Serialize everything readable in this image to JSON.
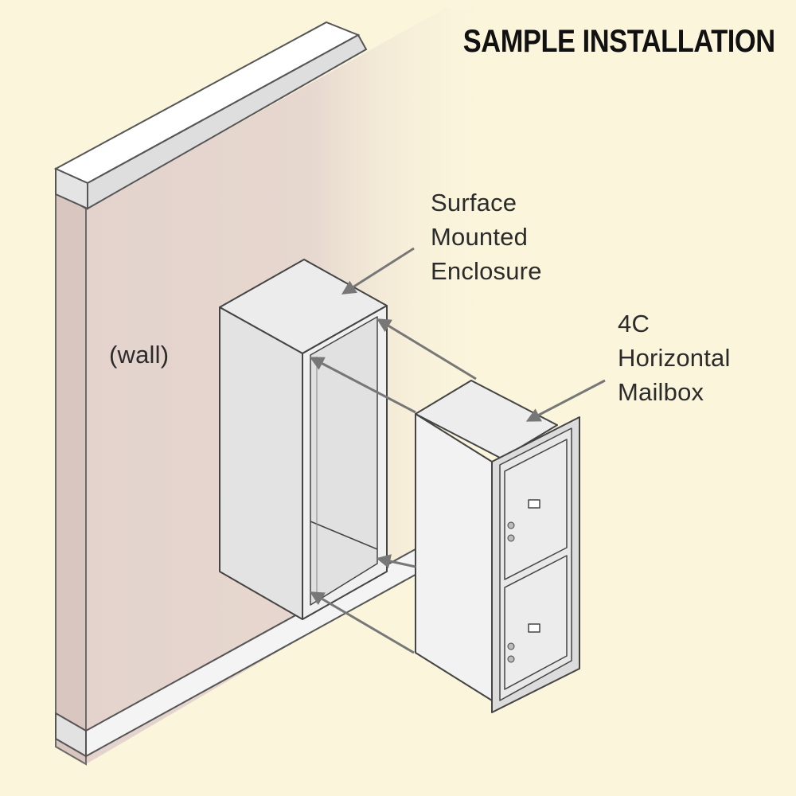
{
  "title": "SAMPLE INSTALLATION",
  "labels": {
    "wall": "(wall)",
    "enclosure": [
      "Surface",
      "Mounted",
      "Enclosure"
    ],
    "mailbox": [
      "4C",
      "Horizontal",
      "Mailbox"
    ]
  },
  "colors": {
    "background": "#fbf5dc",
    "wall": "#e6d6cf",
    "metal": "#e8e8e8",
    "arrow": "#7a7a7a"
  }
}
